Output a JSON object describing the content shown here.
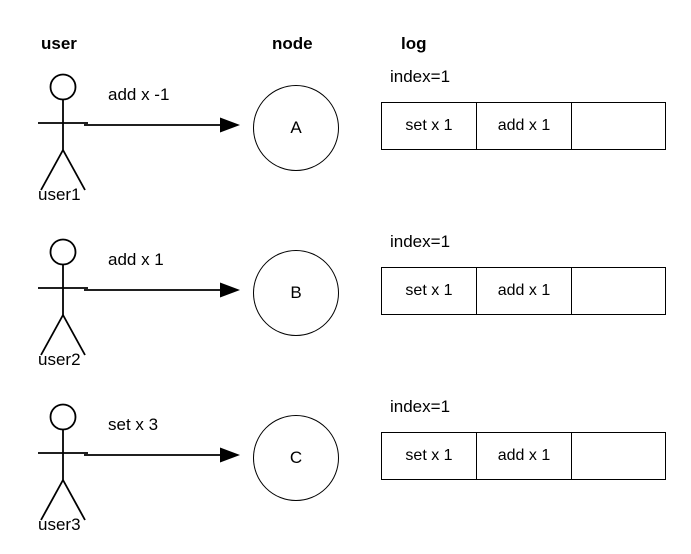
{
  "headers": {
    "user": "user",
    "node": "node",
    "log": "log"
  },
  "colors": {
    "stroke": "#000000",
    "background": "#ffffff",
    "text": "#000000"
  },
  "rows": [
    {
      "actor_label": "user1",
      "message": "add x -1",
      "node_label": "A",
      "log": {
        "index_label": "index=1",
        "entries": [
          "set x 1",
          "add x 1",
          ""
        ]
      }
    },
    {
      "actor_label": "user2",
      "message": "add x 1",
      "node_label": "B",
      "log": {
        "index_label": "index=1",
        "entries": [
          "set x 1",
          "add x 1",
          ""
        ]
      }
    },
    {
      "actor_label": "user3",
      "message": "set x 3",
      "node_label": "C",
      "log": {
        "index_label": "index=1",
        "entries": [
          "set x 1",
          "add x 1",
          ""
        ]
      }
    }
  ]
}
